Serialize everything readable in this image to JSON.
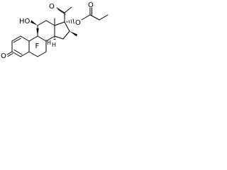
{
  "structure": {
    "atoms": {
      "ketone_o": "O",
      "hydroxyl_11": "HO",
      "fluoro_9": "F",
      "h_8": "H",
      "h_14": "H",
      "acetyl_o": "O",
      "ester_o": "O",
      "ester_carbonyl_o": "O"
    },
    "colors": {
      "ink": "#000000",
      "background": "#ffffff"
    }
  }
}
